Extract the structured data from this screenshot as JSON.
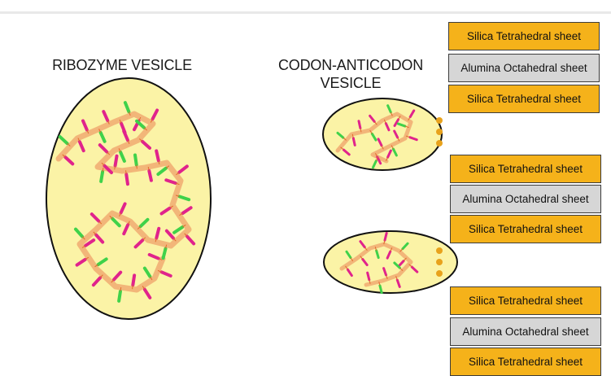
{
  "labels": {
    "ribozyme": "RIBOZYME VESICLE",
    "codon_line1": "CODON-ANTICODON",
    "codon_line2": "VESICLE"
  },
  "clay_stacks": [
    {
      "sheets": [
        "Silica Tetrahedral sheet",
        "Alumina Octahedral sheet",
        "Silica Tetrahedral sheet"
      ]
    },
    {
      "sheets": [
        "Silica Tetrahedral sheet",
        "Alumina Octahedral sheet",
        "Silica Tetrahedral sheet"
      ]
    },
    {
      "sheets": [
        "Silica Tetrahedral sheet",
        "Alumina Octahedral sheet",
        "Silica Tetrahedral sheet"
      ]
    }
  ],
  "colors": {
    "vesicle_fill": "#fbf3a6",
    "silica": "#f5b21a",
    "alumina": "#d6d6d6",
    "strand": "#f2b679",
    "base_magenta": "#e0238c",
    "base_green": "#3fd24a"
  }
}
